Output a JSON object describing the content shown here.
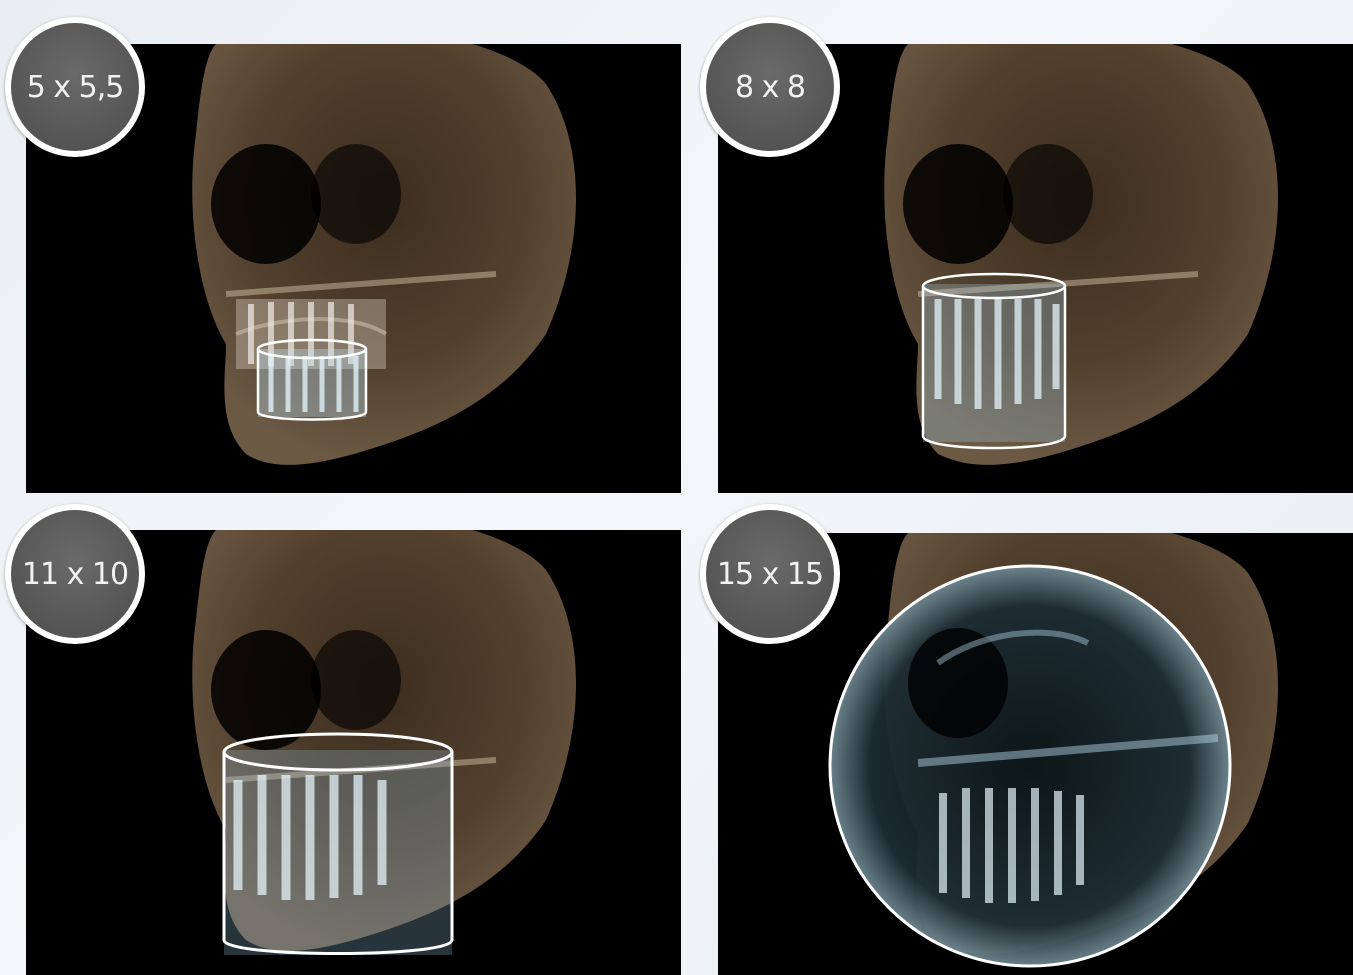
{
  "panels": [
    {
      "id": "fov-5x5-5",
      "label": "5 x 5,5",
      "fov_shape": "cylinder"
    },
    {
      "id": "fov-8x8",
      "label": "8 x 8",
      "fov_shape": "cylinder"
    },
    {
      "id": "fov-11x10",
      "label": "11 x 10",
      "fov_shape": "cylinder"
    },
    {
      "id": "fov-15x15",
      "label": "15 x 15",
      "fov_shape": "sphere"
    }
  ],
  "colors": {
    "background": "#000000",
    "bone": "#c9a27a",
    "teeth": "#cfe6f2",
    "fov_outline": "#ffffff",
    "badge": "#595959",
    "page": "#eef2f6"
  }
}
